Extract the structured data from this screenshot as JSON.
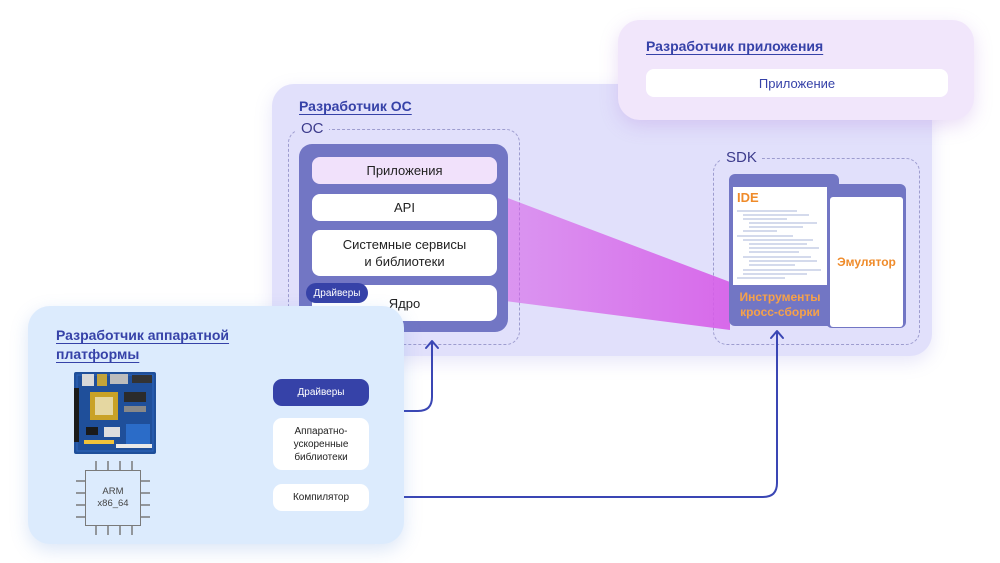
{
  "app_dev": {
    "title": "Разработчик приложения",
    "app_box": "Приложение"
  },
  "os_dev": {
    "title": "Разработчик ОС",
    "os_label": "ОС",
    "layers": {
      "apps": "Приложения",
      "api": "API",
      "services_line1": "Системные сервисы",
      "services_line2": "и библиотеки",
      "kernel": "Ядро",
      "drivers_tag": "Драйверы"
    },
    "sdk": {
      "label": "SDK",
      "ide": "IDE",
      "emulator": "Эмулятор",
      "cross_tools_line1": "Инструменты",
      "cross_tools_line2": "кросс-сборки"
    }
  },
  "hw_dev": {
    "title_line1": "Разработчик аппаратной",
    "title_line2": "платформы",
    "chip_line1": "ARM",
    "chip_line2": "x86_64",
    "boxes": {
      "drivers": "Драйверы",
      "accel_line1": "Аппаратно-",
      "accel_line2": "ускоренные",
      "accel_line3": "библиотеки",
      "compiler": "Компилятор"
    }
  },
  "colors": {
    "accent": "#3642a8",
    "stack": "#7276c4",
    "highlight": "#d65ce8",
    "orange": "#ef8b2a",
    "arrow": "#3a46b4"
  }
}
